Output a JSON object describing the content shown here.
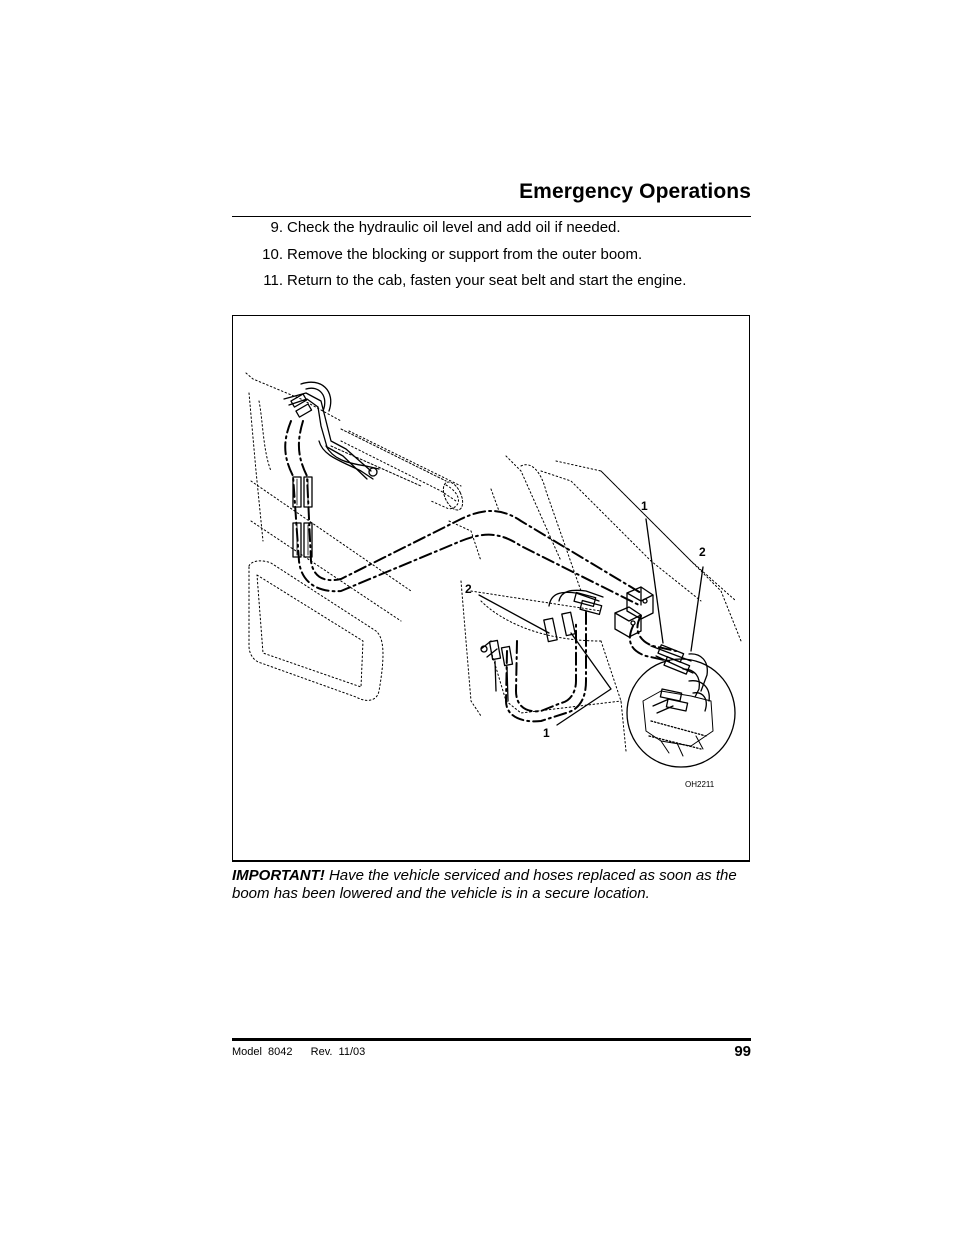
{
  "header": {
    "title": "Emergency Operations"
  },
  "steps": [
    {
      "number": "9.",
      "text": "Check the hydraulic oil level and add oil if needed."
    },
    {
      "number": "10.",
      "text": "Remove the blocking or support from the outer boom."
    },
    {
      "number": "11.",
      "text": "Return to the cab, fasten your seat belt and start the engine."
    }
  ],
  "figure": {
    "id": "OH2211",
    "callouts": {
      "one_top": "1",
      "two_right": "2",
      "two_left": "2",
      "one_bottom": "1"
    }
  },
  "important": {
    "label": "IMPORTANT!",
    "text": "Have the vehicle serviced and hoses replaced as soon as the boom has been lowered and the vehicle is in a secure location."
  },
  "footer": {
    "model": "Model  8042",
    "rev": "Rev.  11/03",
    "page": "99"
  }
}
